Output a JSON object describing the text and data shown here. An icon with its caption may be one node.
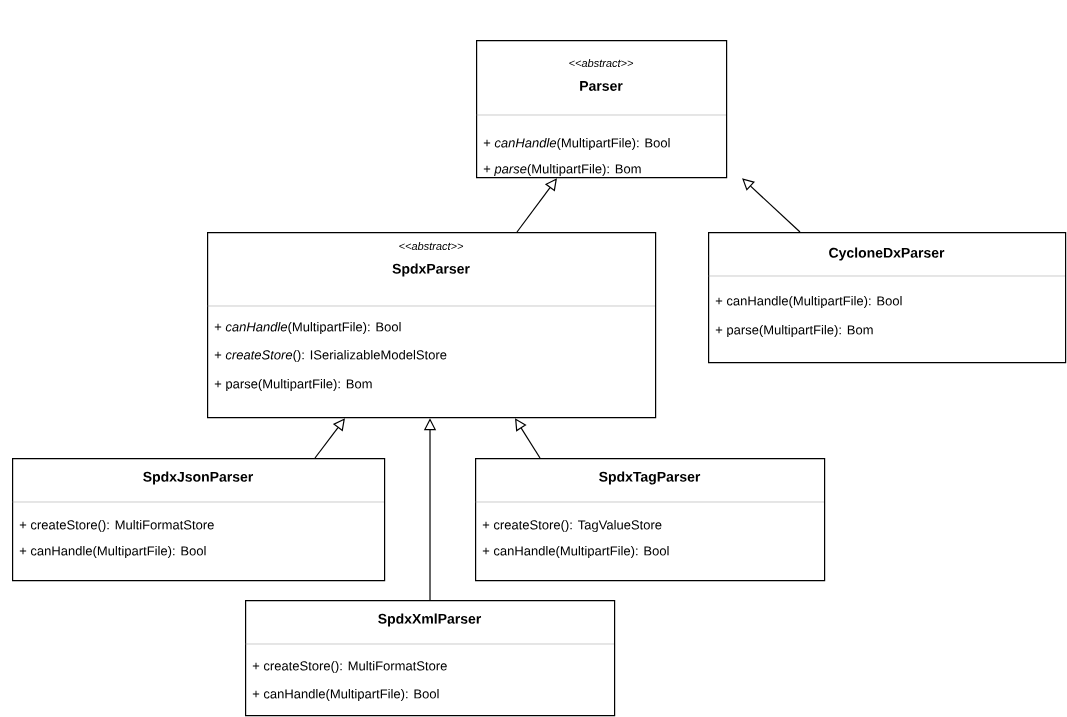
{
  "diagram": {
    "nodes": [
      {
        "text": [
          "<<abstract>>",
          "Parser",
          "+ *canHandle*(MultipartFile): Bool",
          "+ *parse*(MultipartFile): Bom"
        ]
      },
      {
        "text": [
          "<<abstract>>",
          "SpdxParser",
          "+ *canHandle*(MultipartFile): Bool",
          "+ *createStore*(): ISerializableModelStore",
          "+ parse(MultipartFile): Bom"
        ]
      },
      {
        "text": [
          "CycloneDxParser",
          "+ canHandle(MultipartFile): Bool",
          "+ parse(MultipartFile): Bom"
        ]
      },
      {
        "text": [
          "SpdxJsonParser",
          "+ createStore(): MultiFormatStore",
          "+ canHandle(MultipartFile): Bool"
        ]
      },
      {
        "text": [
          "SpdxTagParser",
          "+ createStore(): TagValueStore",
          "+ canHandle(MultipartFile): Bool"
        ]
      },
      {
        "text": [
          "SpdxXmlParser",
          "+ createStore(): MultiFormatStore",
          "+ canHandle(MultipartFile): Bool"
        ]
      }
    ],
    "edges": [
      {
        "from": 1,
        "to": 0,
        "arrow": "to"
      },
      {
        "from": 2,
        "to": 0,
        "arrow": "to"
      },
      {
        "from": 3,
        "to": 1,
        "arrow": "to"
      },
      {
        "from": 5,
        "to": 1,
        "arrow": "to"
      },
      {
        "from": 4,
        "to": 1,
        "arrow": "to"
      }
    ]
  }
}
